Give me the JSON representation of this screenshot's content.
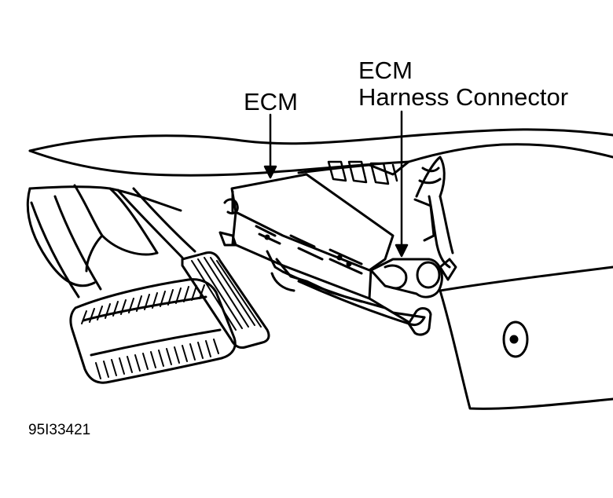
{
  "labels": {
    "ecm": "ECM",
    "harness_line1": "ECM",
    "harness_line2": "Harness Connector",
    "figure_id": "95I33421"
  },
  "colors": {
    "ink": "#000000",
    "paper": "#ffffff"
  }
}
